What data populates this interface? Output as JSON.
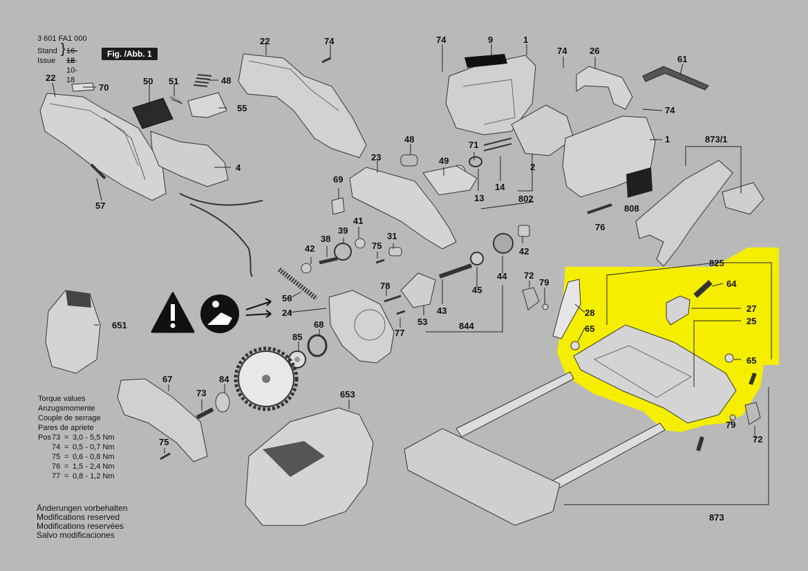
{
  "header": {
    "part_number": "3 601 FA1 000",
    "stand_label": "Stand",
    "issue_label": "Issue",
    "old_date": "16-12",
    "new_date": "18-10-18",
    "figure_label": "Fig. /Abb. 1"
  },
  "torque": {
    "titles": [
      "Torque values",
      "Anzugsmomente",
      "Couple de serrage",
      "Pares de apriete"
    ],
    "pos_label": "Pos",
    "rows": [
      {
        "pos": "73",
        "eq": "=",
        "value": "3,0 - 5,5 Nm"
      },
      {
        "pos": "74",
        "eq": "=",
        "value": "0,5 - 0,7 Nm"
      },
      {
        "pos": "75",
        "eq": "=",
        "value": "0,6 - 0,8 Nm"
      },
      {
        "pos": "76",
        "eq": "=",
        "value": "1,5 - 2,4 Nm"
      },
      {
        "pos": "77",
        "eq": "=",
        "value": "0,8 - 1,2 Nm"
      }
    ]
  },
  "notes": [
    "Änderungen vorbehalten",
    "Modifications reserved",
    "Modifications reservées",
    "Salvo modificaciones"
  ],
  "highlight_color": "#f5ee00",
  "part_labels": {
    "l22a": "22",
    "l70": "70",
    "l50": "50",
    "l51": "51",
    "l48a": "48",
    "l55": "55",
    "l22b": "22",
    "l74a": "74",
    "l4": "4",
    "l57": "57",
    "l74b": "74",
    "l9": "9",
    "l1a": "1",
    "l74c": "74",
    "l26": "26",
    "l61": "61",
    "l74d": "74",
    "l1b": "1",
    "l873_1": "873/1",
    "l2": "2",
    "l802": "802",
    "l808": "808",
    "l76": "76",
    "l14": "14",
    "l13": "13",
    "l71": "71",
    "l49": "49",
    "l48b": "48",
    "l23": "23",
    "l69": "69",
    "l41": "41",
    "l39": "39",
    "l38": "38",
    "l42a": "42",
    "l75a": "75",
    "l31": "31",
    "l42b": "42",
    "l45": "45",
    "l44": "44",
    "l43": "43",
    "l844": "844",
    "l78": "78",
    "l53": "53",
    "l77": "77",
    "l56": "56",
    "l24": "24",
    "l68": "68",
    "l85": "85",
    "l651": "651",
    "l67": "67",
    "l73": "73",
    "l84": "84",
    "l75b": "75",
    "l653": "653",
    "l72a": "72",
    "l79a": "79",
    "l28": "28",
    "l65a": "65",
    "l825": "825",
    "l64": "64",
    "l27": "27",
    "l25": "25",
    "l65b": "65",
    "l79b": "79",
    "l72b": "72",
    "l873": "873"
  }
}
